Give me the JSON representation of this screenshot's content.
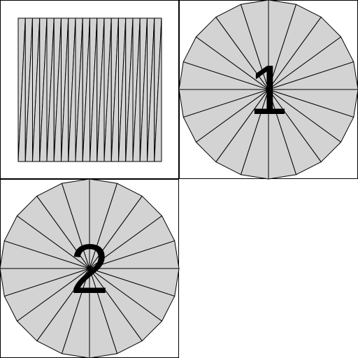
{
  "colors": {
    "background": "#ffffff",
    "fill": "#d3d3d3",
    "stroke": "#000000"
  },
  "tiles": [
    {
      "kind": "triangle-strip-square",
      "strips": 20
    },
    {
      "kind": "triangle-fan-circle",
      "segments": 20,
      "label": "1"
    },
    {
      "kind": "triangle-fan-circle",
      "segments": 20,
      "label": "2"
    }
  ]
}
